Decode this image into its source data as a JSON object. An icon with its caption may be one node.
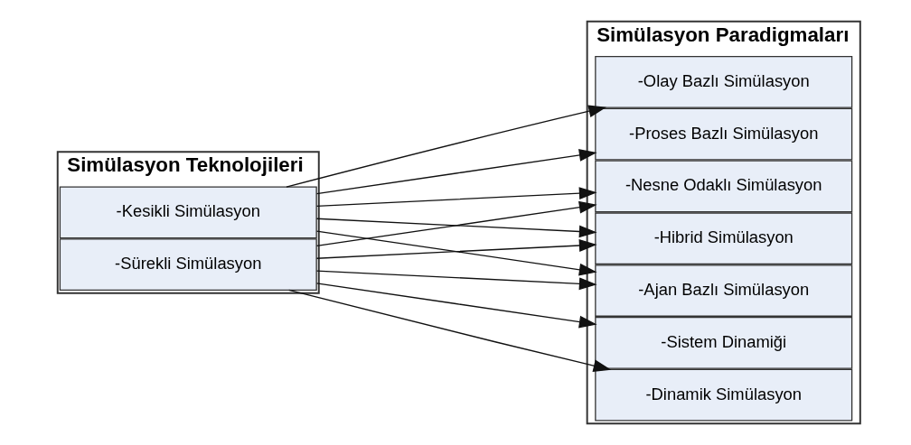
{
  "diagram": {
    "nodes": [
      {
        "text": [
          "Simülasyon Teknolojileri"
        ]
      },
      {
        "text": [
          "-Kesikli Simülasyon"
        ],
        "in": 0
      },
      {
        "text": [
          "-Sürekli Simülasyon"
        ],
        "in": 0
      },
      {
        "text": [
          "Simülasyon Paradigmaları"
        ]
      },
      {
        "text": [
          "-Proses Bazlı Simülasyon"
        ],
        "in": 3
      },
      {
        "text": [
          "-Olay Bazlı Simülasyon"
        ],
        "in": 3
      },
      {
        "text": [
          "-Sistem Dinamiği"
        ],
        "in": 3
      },
      {
        "text": [
          "-Hibrid Simülasyon"
        ],
        "in": 3
      },
      {
        "text": [
          "-Dinamik Simülasyon"
        ],
        "in": 3
      },
      {
        "text": [
          "-Ajan Bazlı Simülasyon"
        ],
        "in": 3
      },
      {
        "text": [
          "-Nesne Odaklı Simülasyon"
        ],
        "in": 3
      }
    ],
    "edges": [
      {
        "from": 1,
        "to": 4,
        "arrow": "to"
      },
      {
        "from": 1,
        "to": 5,
        "arrow": "to"
      },
      {
        "from": 1,
        "to": 7,
        "arrow": "to"
      },
      {
        "from": 1,
        "to": 9,
        "arrow": "to"
      },
      {
        "from": 1,
        "to": 10,
        "arrow": "to"
      },
      {
        "from": 2,
        "to": 6,
        "arrow": "to"
      },
      {
        "from": 2,
        "to": 7,
        "arrow": "to"
      },
      {
        "from": 2,
        "to": 8,
        "arrow": "to"
      },
      {
        "from": 2,
        "to": 9,
        "arrow": "to"
      },
      {
        "from": 2,
        "to": 10,
        "arrow": "to"
      }
    ]
  }
}
